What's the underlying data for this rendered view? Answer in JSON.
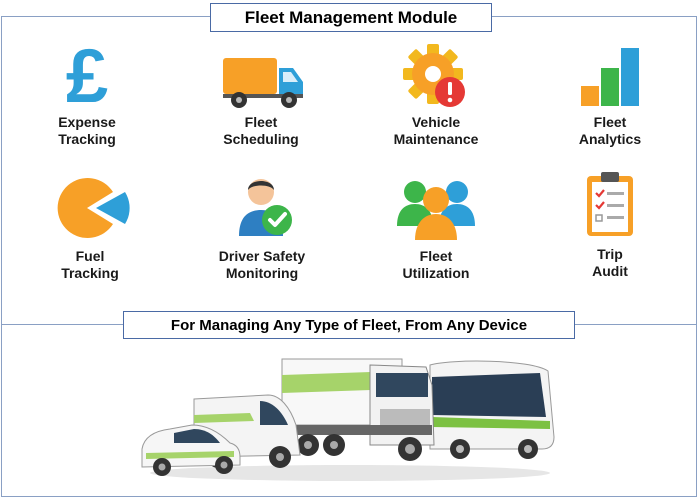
{
  "header": {
    "title": "Fleet Management Module"
  },
  "modules": [
    {
      "line1": "Expense",
      "line2": "Tracking",
      "icon": "pound-sign-icon"
    },
    {
      "line1": "Fleet",
      "line2": "Scheduling",
      "icon": "delivery-truck-icon"
    },
    {
      "line1": "Vehicle",
      "line2": "Maintenance",
      "icon": "gear-alert-icon"
    },
    {
      "line1": "Fleet",
      "line2": "Analytics",
      "icon": "bar-chart-icon"
    },
    {
      "line1": "Fuel",
      "line2": "Tracking",
      "icon": "pie-chart-icon"
    },
    {
      "line1": "Driver Safety",
      "line2": "Monitoring",
      "icon": "driver-check-icon"
    },
    {
      "line1": "Fleet",
      "line2": "Utilization",
      "icon": "user-group-icon"
    },
    {
      "line1": "Trip",
      "line2": "Audit",
      "icon": "clipboard-checklist-icon"
    }
  ],
  "banner": {
    "text": "For Managing Any Type of Fleet, From Any Device"
  },
  "colors": {
    "border": "#8aa0c4",
    "blue": "#2e9fd8",
    "orange": "#f7a027",
    "green": "#3db54a",
    "red": "#e53935"
  }
}
